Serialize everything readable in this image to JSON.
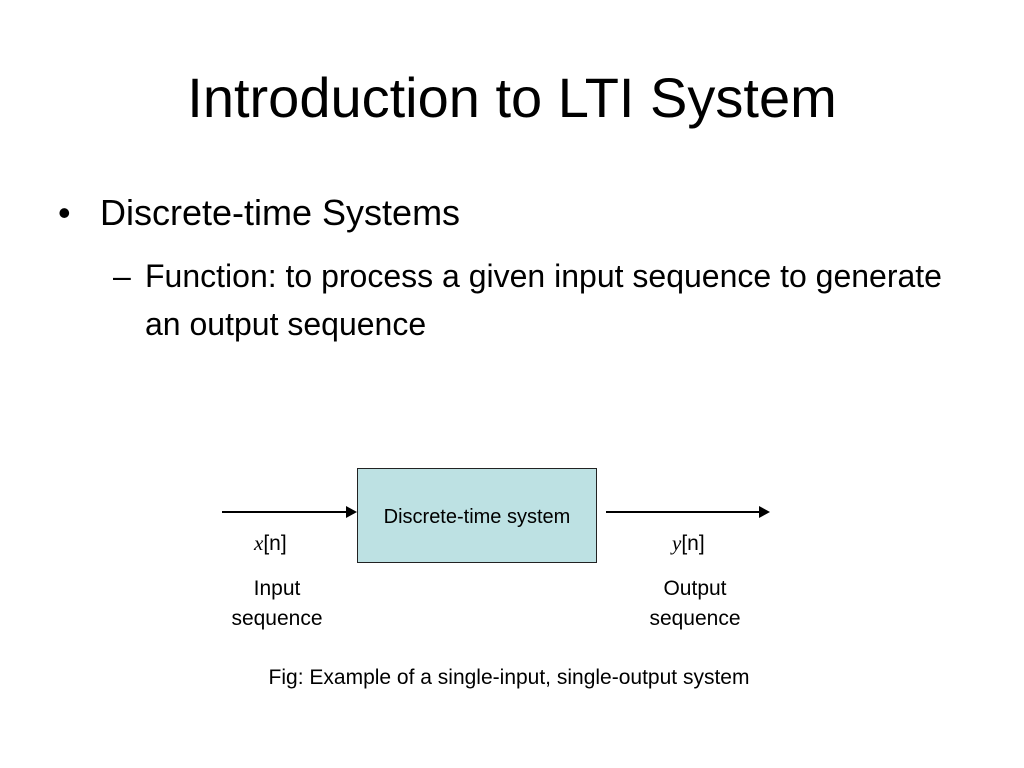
{
  "slide": {
    "title": "Introduction to LTI System",
    "bullets": [
      {
        "mark": "•",
        "text": "Discrete-time Systems",
        "sub": {
          "mark": "–",
          "text": "Function: to process a given input sequence to generate an output sequence"
        }
      }
    ]
  },
  "diagram": {
    "box_label": "Discrete-time system",
    "box_color": "#bde1e3",
    "input": {
      "var": "x",
      "index": "[n]",
      "label_line1": "Input",
      "label_line2": "sequence"
    },
    "output": {
      "var": "y",
      "index": "[n]",
      "label_line1": "Output",
      "label_line2": "sequence"
    },
    "caption": "Fig: Example of a single-input, single-output system"
  }
}
